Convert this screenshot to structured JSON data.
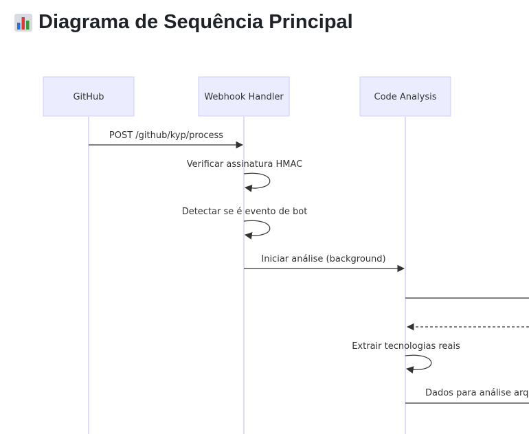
{
  "page": {
    "title": "Diagrama de Sequência Principal",
    "title_icon": "bar-chart-icon"
  },
  "diagram": {
    "type": "sequence",
    "colors": {
      "actor_fill": "#ECECFF",
      "actor_border": "#CCCCFF",
      "lifeline": "#D6D0F0",
      "arrow": "#333333",
      "text": "#333333"
    },
    "actors": [
      {
        "id": "github",
        "label": "GitHub"
      },
      {
        "id": "webhook",
        "label": "Webhook Handler"
      },
      {
        "id": "analysis",
        "label": "Code Analysis"
      }
    ],
    "messages": [
      {
        "from": "github",
        "to": "webhook",
        "label": "POST /github/kyp/process",
        "style": "solid"
      },
      {
        "from": "webhook",
        "to": "webhook",
        "label": "Verificar assinatura HMAC",
        "style": "self"
      },
      {
        "from": "webhook",
        "to": "webhook",
        "label": "Detectar se é evento de bot",
        "style": "self"
      },
      {
        "from": "webhook",
        "to": "analysis",
        "label": "Iniciar análise (background)",
        "style": "solid"
      },
      {
        "from": "analysis",
        "to": "offscreen",
        "label": "",
        "style": "solid"
      },
      {
        "from": "offscreen",
        "to": "analysis",
        "label": "",
        "style": "dashed"
      },
      {
        "from": "analysis",
        "to": "analysis",
        "label": "Extrair tecnologias reais",
        "style": "self"
      },
      {
        "from": "analysis",
        "to": "offscreen",
        "label": "Dados para análise arqu",
        "style": "solid"
      }
    ]
  }
}
